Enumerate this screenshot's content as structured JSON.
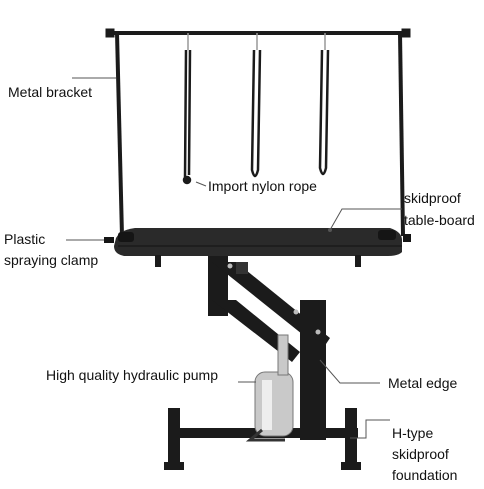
{
  "labels": {
    "metal_bracket": "Metal bracket",
    "nylon_rope": "Import nylon rope",
    "skidproof_board_1": "skidproof",
    "skidproof_board_2": "table-board",
    "plastic_clamp_1": "Plastic",
    "plastic_clamp_2": "spraying clamp",
    "hydraulic_pump": "High quality hydraulic pump",
    "metal_edge": "Metal edge",
    "foundation_1": "H-type",
    "foundation_2": "skidproof",
    "foundation_3": "foundation"
  },
  "colors": {
    "frame": "#1b1b1b",
    "board": "#2a2a2a",
    "leader": "#555555",
    "pump_chrome": "#c9c9c9"
  }
}
